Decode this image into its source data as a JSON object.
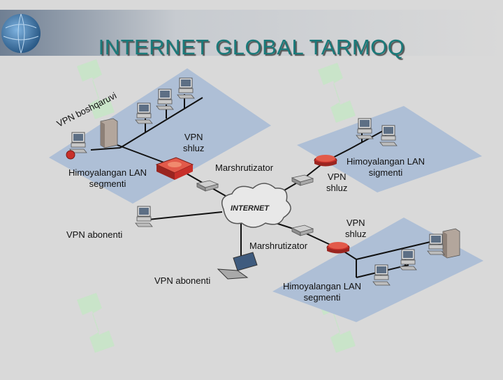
{
  "title": "INTERNET GLOBAL TARMOQ",
  "internet_cloud_label": "INTERNET",
  "labels": {
    "vpn_management": "VPN boshqaruvi",
    "vpn_gateway_top": [
      "VPN",
      "shluz"
    ],
    "protected_lan_left": [
      "Himoyalangan LAN",
      "segmenti"
    ],
    "router_top": "Marshrutizator",
    "vpn_gateway_right": [
      "VPN",
      "shluz"
    ],
    "protected_lan_right": [
      "Himoyalangan LAN",
      "sigmenti"
    ],
    "vpn_subscriber_left": "VPN abonenti",
    "router_bottom": "Marshrutizator",
    "vpn_gateway_bottom": [
      "VPN",
      "shluz"
    ],
    "vpn_subscriber_bottom": "VPN abonenti",
    "protected_lan_bottom": [
      "Himoyalangan LAN",
      "segmenti"
    ]
  },
  "colors": {
    "title": "#1a7a7a",
    "lan_panel": "#aebfd6",
    "background": "#d9d9d9",
    "vpn_gateway": "#c8302a",
    "watermark": "#c5e6c5"
  }
}
